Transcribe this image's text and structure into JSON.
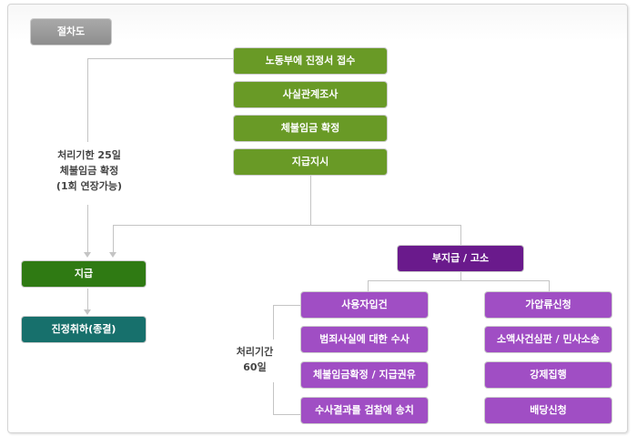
{
  "title": "절차도",
  "main_flow": [
    "노동부에 진정서 접수",
    "사실관계조사",
    "체불임금 확정",
    "지급지시"
  ],
  "left_note": [
    "처리기한 25일",
    "체불임금 확정",
    "(1회 연장가능)"
  ],
  "pay": "지급",
  "withdraw": "진정취하(종결)",
  "nonpay": "부지급 / 고소",
  "criminal": [
    "사용자입건",
    "범죄사실에 대한 수사",
    "체불임금확정 / 지급권유",
    "수사결과를 검찰에 송치"
  ],
  "civil": [
    "가압류신청",
    "소액사건심판 / 민사소송",
    "강제집행",
    "배당신청"
  ],
  "period_note": [
    "처리기간",
    "60일"
  ]
}
